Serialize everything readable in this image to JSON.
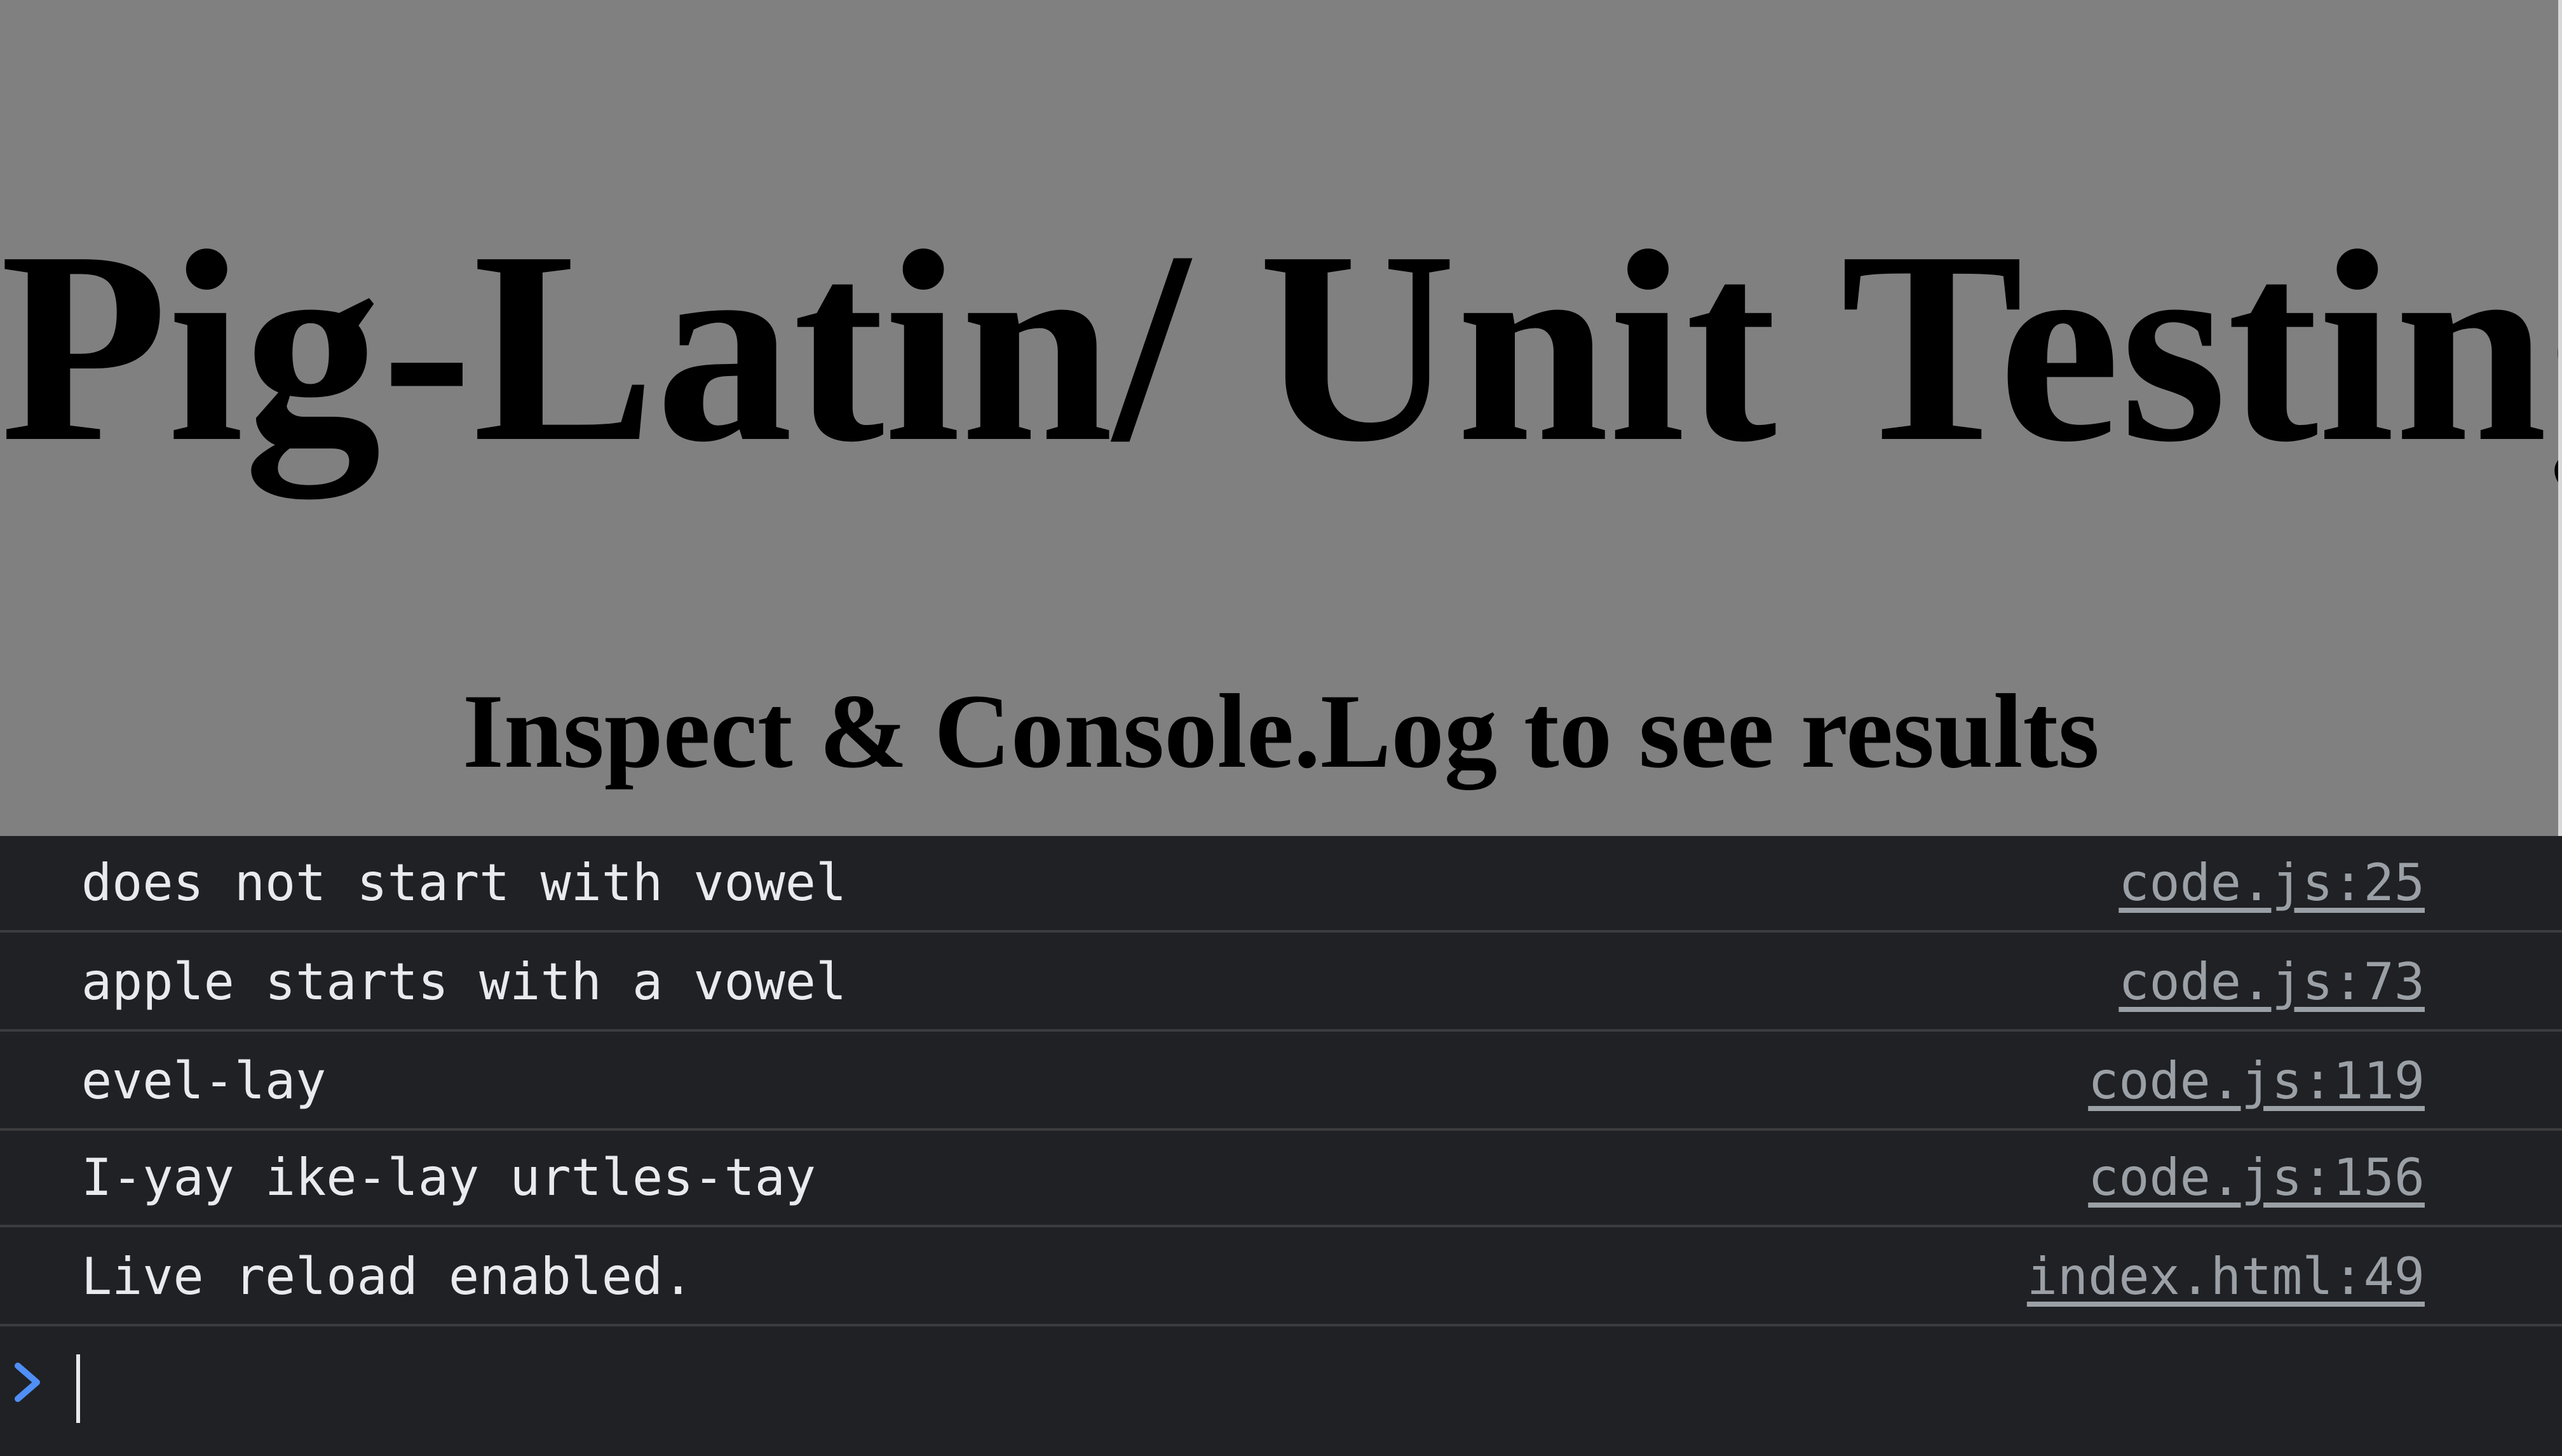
{
  "page": {
    "title": "Pig-Latin/ Unit Testing",
    "subtitle": "Inspect & Console.Log to see results",
    "background_color": "#808080"
  },
  "console": {
    "background_color": "#202124",
    "messages": [
      {
        "text": "does not start with vowel",
        "source": "code.js:25"
      },
      {
        "text": "apple starts with a vowel",
        "source": "code.js:73"
      },
      {
        "text": "evel-lay",
        "source": "code.js:119"
      },
      {
        "text": "I-yay ike-lay urtles-tay",
        "source": "code.js:156"
      },
      {
        "text": "Live reload enabled.",
        "source": "index.html:49"
      }
    ],
    "prompt": {
      "icon": "chevron-right-icon",
      "value": ""
    }
  }
}
